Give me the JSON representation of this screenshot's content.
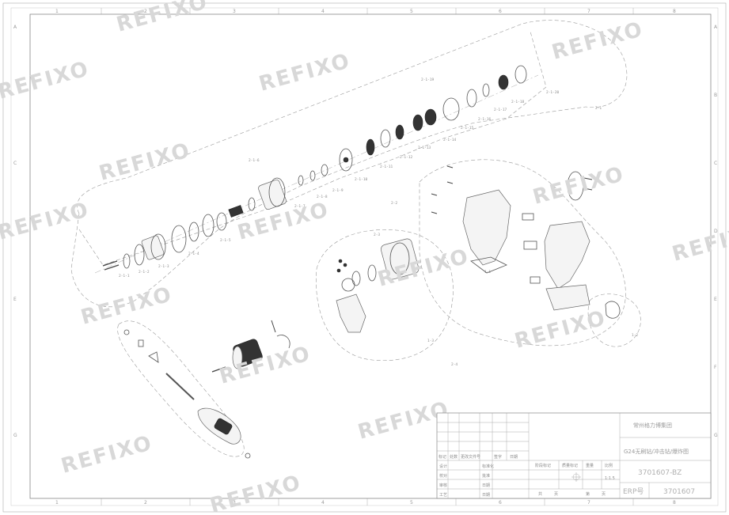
{
  "frame": {
    "columns": [
      "1",
      "2",
      "3",
      "4",
      "5",
      "6",
      "7",
      "8"
    ],
    "rows": [
      "A",
      "B",
      "C",
      "D",
      "E",
      "F",
      "G"
    ]
  },
  "watermarks": [
    "REFIXO"
  ],
  "title_block": {
    "company": "常州格力博集团",
    "drawing_title": "G24无刷钻/冲击钻/爆炸图",
    "drawing_number": "3701607-BZ",
    "erp_label": "ERP号",
    "erp_number": "3701607",
    "scale": "1:1.5",
    "revision_headers": [
      "标记",
      "处数",
      "更改文件号",
      "签字",
      "日期"
    ],
    "sign_rows": [
      "设计",
      "校对",
      "审核",
      "工艺"
    ],
    "sign_rows_right": [
      "标准化",
      "批准",
      "日期",
      "日期"
    ],
    "stage_labels": [
      "阶段标记",
      "质量标记",
      "重量",
      "比例"
    ],
    "sheet_labels": [
      "共",
      "页",
      "第",
      "页"
    ]
  },
  "leaders": {
    "top_assembly": [
      "2-1-1",
      "2-1-2",
      "2-1-3",
      "2-1-4",
      "2-1-5",
      "2-1-6",
      "2-1-7",
      "2-1-8",
      "2-1-9",
      "2-1-10",
      "2-1-11",
      "2-1-12",
      "2-1-13",
      "2-1-14",
      "2-1-15",
      "2-1-16",
      "2-1-17",
      "2-1-18",
      "2-1-19",
      "2-1-20"
    ],
    "callouts": [
      "2-1",
      "2-2",
      "2-3",
      "2-4",
      "1-1",
      "1-2",
      "1-3"
    ]
  }
}
